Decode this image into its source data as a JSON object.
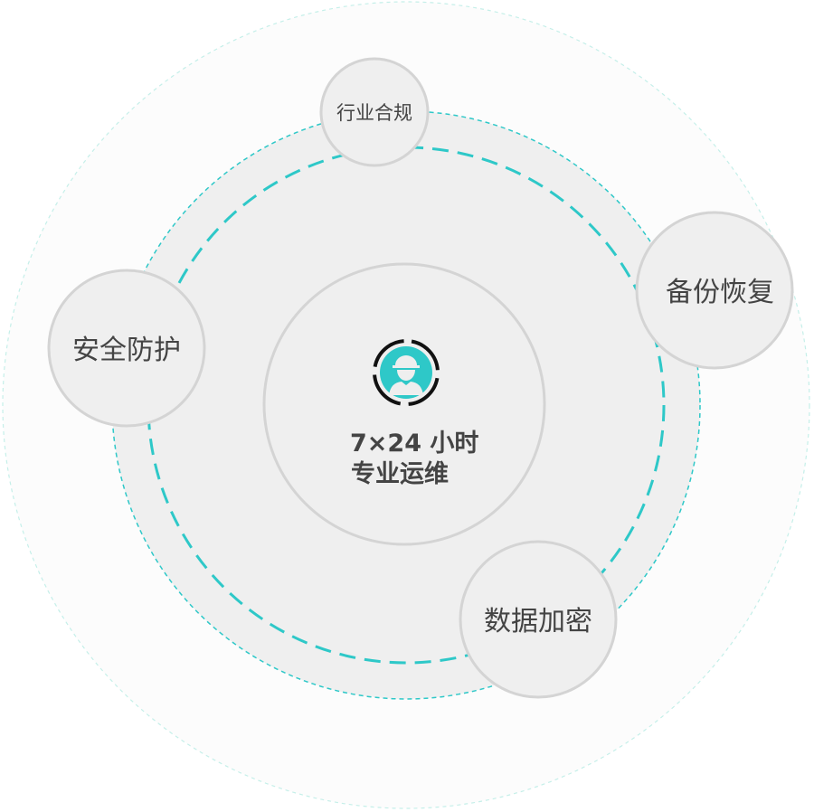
{
  "center": {
    "line1": "7×24 小时",
    "line2": "专业运维",
    "icon": "engineer-icon"
  },
  "nodes": {
    "compliance": "行业合规",
    "backup": "备份恢复",
    "security": "安全防护",
    "encryption": "数据加密"
  },
  "colors": {
    "accent": "#2ec8c8",
    "node_border": "#d4d4d4",
    "fill": "#efefef",
    "text": "#444444"
  }
}
